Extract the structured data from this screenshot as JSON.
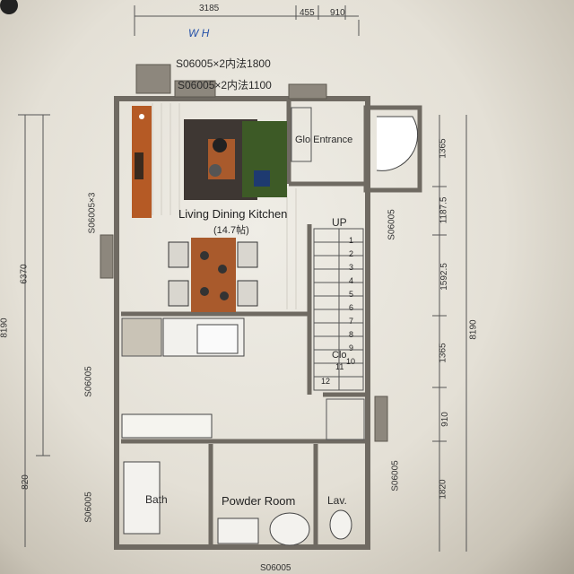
{
  "photo": {
    "subject": "Printed architectural floor plan of a two-storey house ground floor, photographed on a page",
    "top_dimensions": [
      "3185",
      "455",
      "910"
    ],
    "notes": {
      "window_note_1": "S06005×2内法1800",
      "window_note_2": "S06005×2内法1100",
      "handwritten": "W  H"
    },
    "rooms": {
      "ldk": "Living Dining Kitchen",
      "ldk_area": "(14.7帖)",
      "entrance": "Glo Entrance",
      "stair_up": "UP",
      "closet": "Clo",
      "bath": "Bath",
      "powder": "Powder Room",
      "lav": "Lav."
    },
    "stairs": [
      "1",
      "2",
      "3",
      "4",
      "5",
      "6",
      "7",
      "8",
      "9",
      "10",
      "11",
      "12"
    ],
    "left_dimensions": {
      "overall": "8190",
      "upper": "6370",
      "lower": "820"
    },
    "window_labels": {
      "left_upper": "S06005×3",
      "left_mid": "S06005",
      "left_lower": "S06005",
      "right_upper": "S06005",
      "right_lower": "S06005",
      "bottom": "S06005"
    },
    "right_dimensions": {
      "overall": "8190",
      "segments": [
        "1365",
        "1187.5",
        "1592.5",
        "1365",
        "910",
        "1820"
      ]
    },
    "colors": {
      "paper": "#e9e6de",
      "walls": "#6f6a62",
      "rug": "#3e3733",
      "sofa": "#3d5a26",
      "table": "#a95a2c",
      "shelf": "#b55a25"
    }
  }
}
